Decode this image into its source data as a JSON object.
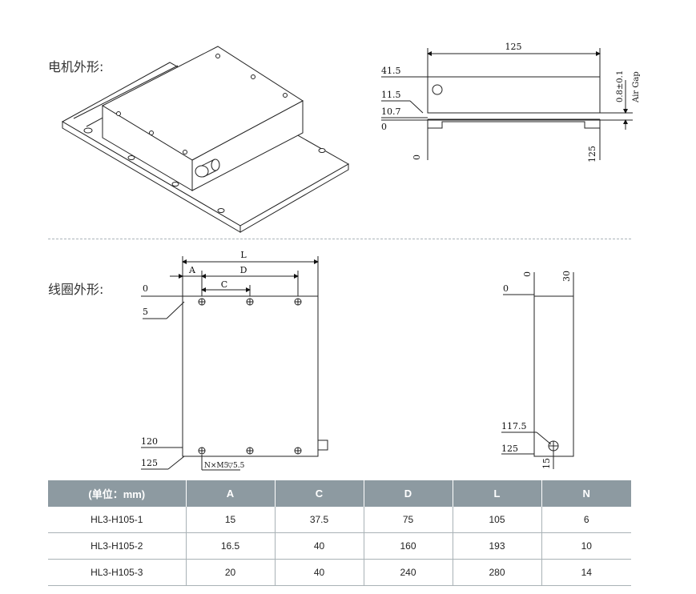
{
  "sections": {
    "motor_title": "电机外形:",
    "coil_title": "线圈外形:"
  },
  "motor_side": {
    "width_125": "125",
    "h_41_5": "41.5",
    "h_11_5": "11.5",
    "h_10_7": "10.7",
    "zero_left": "0",
    "zero_bottom": "0",
    "bottom_125": "125",
    "air_gap_value": "0.8±0.1",
    "air_gap_label": "Air Gap"
  },
  "coil_top": {
    "L": "L",
    "A": "A",
    "D": "D",
    "C": "C",
    "zero": "0",
    "five": "5",
    "l120": "120",
    "l125": "125",
    "thread_note": "N×M5",
    "thread_depth": "5.5"
  },
  "coil_side": {
    "zero_top": "0",
    "thirty": "30",
    "zero_left": "0",
    "l117_5": "117.5",
    "l125": "125",
    "fifteen": "15"
  },
  "table": {
    "headers": [
      "(单位：mm)",
      "A",
      "C",
      "D",
      "L",
      "N"
    ],
    "rows": [
      [
        "HL3-H105-1",
        "15",
        "37.5",
        "75",
        "105",
        "6"
      ],
      [
        "HL3-H105-2",
        "16.5",
        "40",
        "160",
        "193",
        "10"
      ],
      [
        "HL3-H105-3",
        "20",
        "40",
        "240",
        "280",
        "14"
      ]
    ]
  }
}
